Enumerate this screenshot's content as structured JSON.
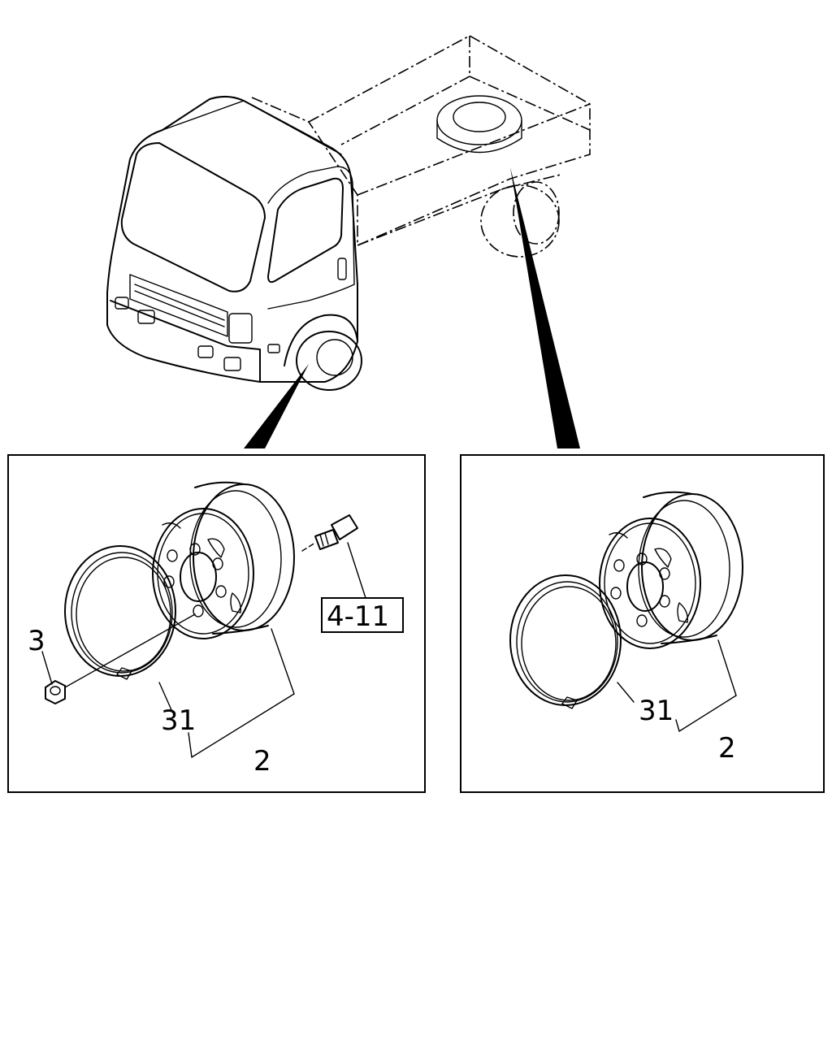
{
  "callouts": {
    "left_nut": "3",
    "left_ring": "31",
    "left_wheel_assy": "2",
    "left_ref": "4-11",
    "right_ring": "31",
    "right_wheel_assy": "2"
  }
}
